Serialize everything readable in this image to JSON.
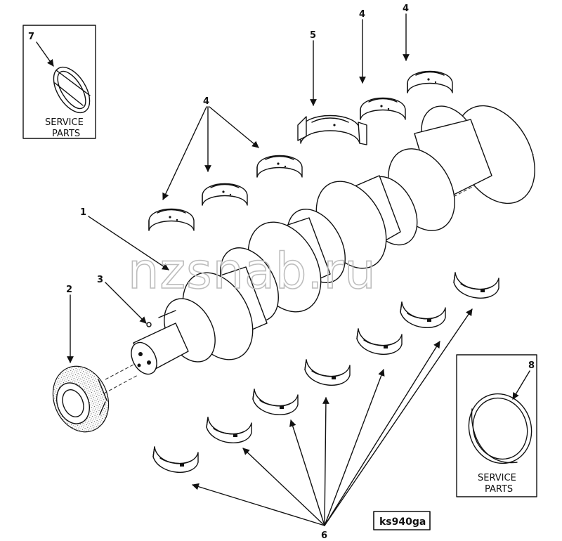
{
  "callouts": {
    "c1": "1",
    "c2": "2",
    "c3": "3",
    "c4a": "4",
    "c4b": "4",
    "c4c": "4",
    "c5": "5",
    "c6": "6",
    "c7": "7",
    "c8": "8"
  },
  "service_box_left": {
    "line1": "SERVICE",
    "line2": "PARTS"
  },
  "service_box_right": {
    "line1": "SERVICE",
    "line2": "PARTS"
  },
  "figure_code": "ks940ga",
  "watermark": "nzsnab.ru"
}
